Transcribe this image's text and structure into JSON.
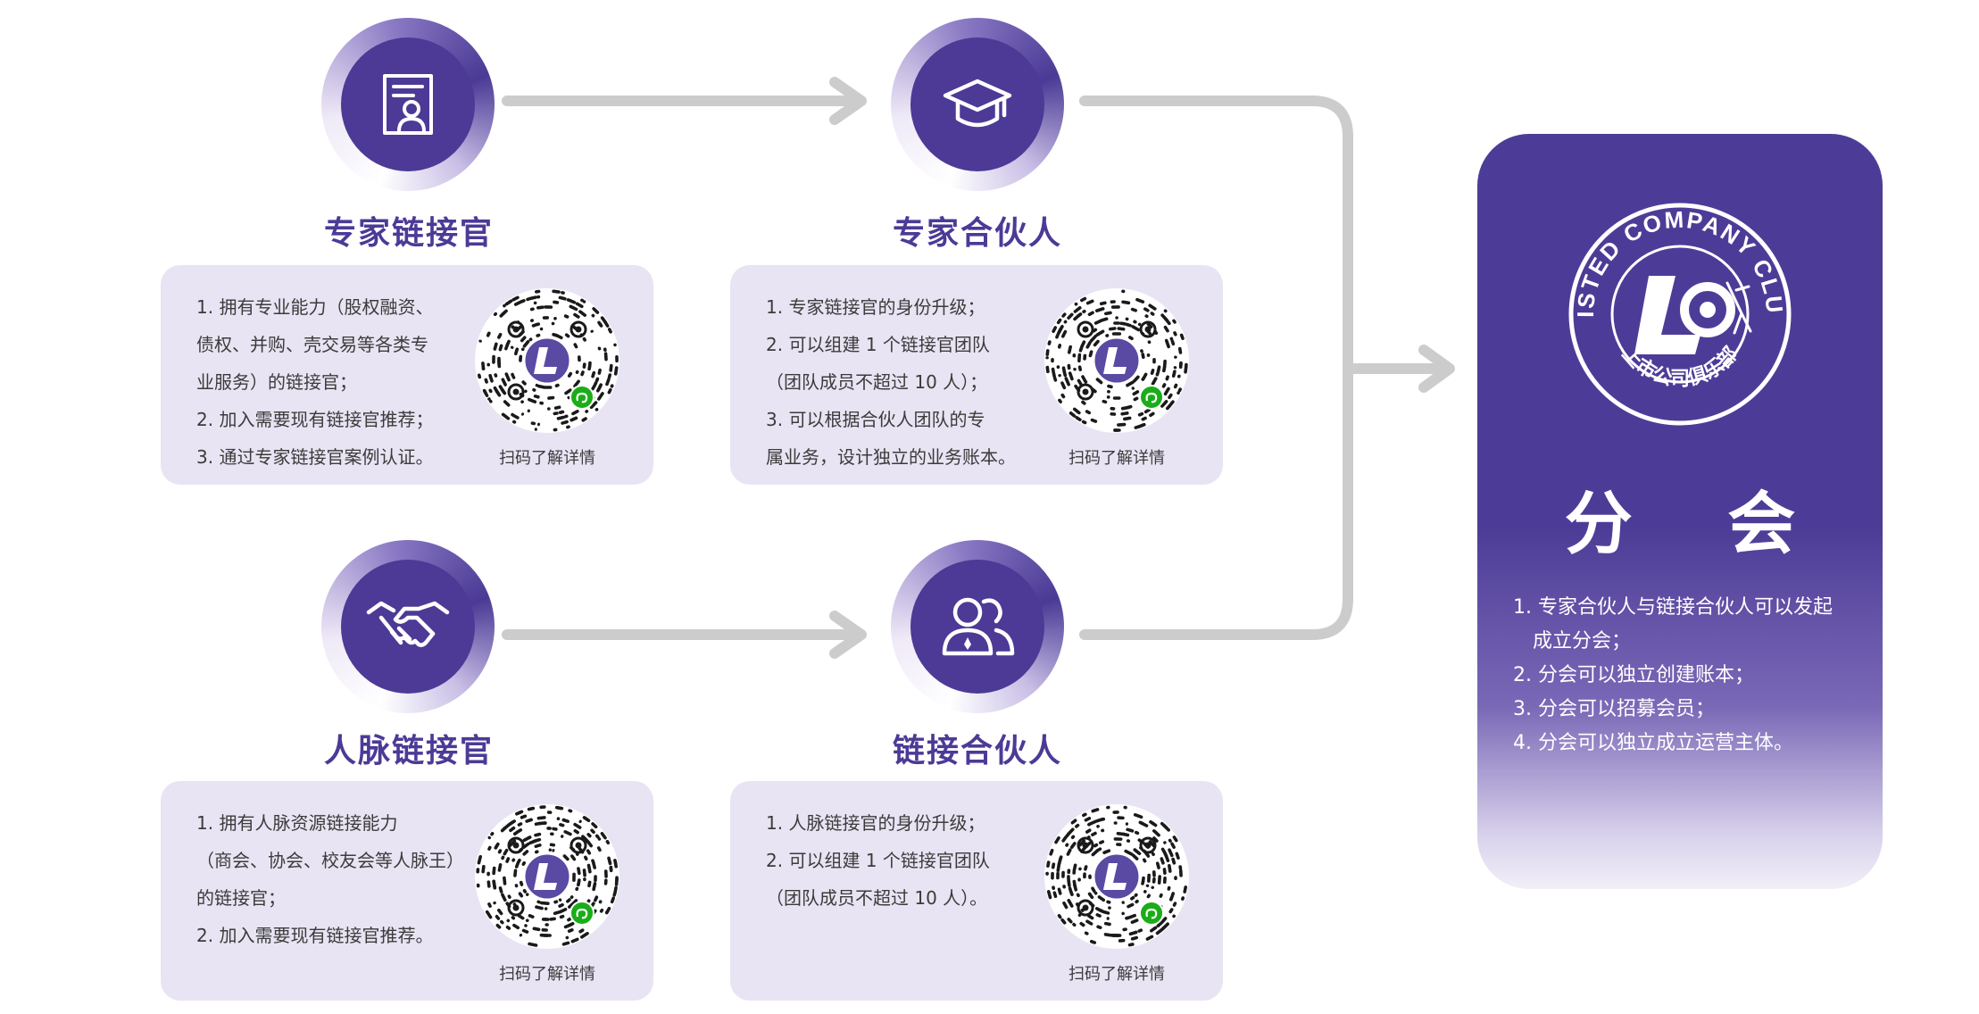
{
  "colors": {
    "primary": "#4c3a96",
    "card_bg": "#e8e4f3",
    "arrow": "#cccccc",
    "text": "#3b3b3b"
  },
  "nodes": [
    {
      "title": "专家链接官",
      "icon": "certificate-user-icon"
    },
    {
      "title": "专家合伙人",
      "icon": "graduation-cap-icon"
    },
    {
      "title": "人脉链接官",
      "icon": "handshake-icon"
    },
    {
      "title": "链接合伙人",
      "icon": "people-icon"
    }
  ],
  "cards": [
    {
      "lines": [
        "1. 拥有专业能力（股权融资、",
        "债权、并购、壳交易等各类专",
        "业服务）的链接官；",
        "2. 加入需要现有链接官推荐；",
        "3. 通过专家链接官案例认证。"
      ],
      "qr_caption": "扫码了解详情"
    },
    {
      "lines": [
        "1. 专家链接官的身份升级；",
        "2. 可以组建 1 个链接官团队",
        "（团队成员不超过 10 人）；",
        "3. 可以根据合伙人团队的专",
        "属业务，设计独立的业务账本。"
      ],
      "qr_caption": "扫码了解详情"
    },
    {
      "lines": [
        "1. 拥有人脉资源链接能力",
        "（商会、协会、校友会等人脉王）",
        "的链接官；",
        "2. 加入需要现有链接官推荐。"
      ],
      "qr_caption": "扫码了解详情"
    },
    {
      "lines": [
        "1. 人脉链接官的身份升级；",
        "2. 可以组建 1 个链接官团队",
        "（团队成员不超过 10 人）。"
      ],
      "qr_caption": "扫码了解详情"
    }
  ],
  "branch": {
    "title": "分 会",
    "logo_text": "LISTED COMPANY CLUB",
    "logo_cn": "上市公司俱乐部",
    "lines": [
      "1. 专家合伙人与链接合伙人可以发起",
      "成立分会；",
      "2. 分会可以独立创建账本；",
      "3. 分会可以招募会员；",
      "4. 分会可以独立成立运营主体。"
    ]
  }
}
